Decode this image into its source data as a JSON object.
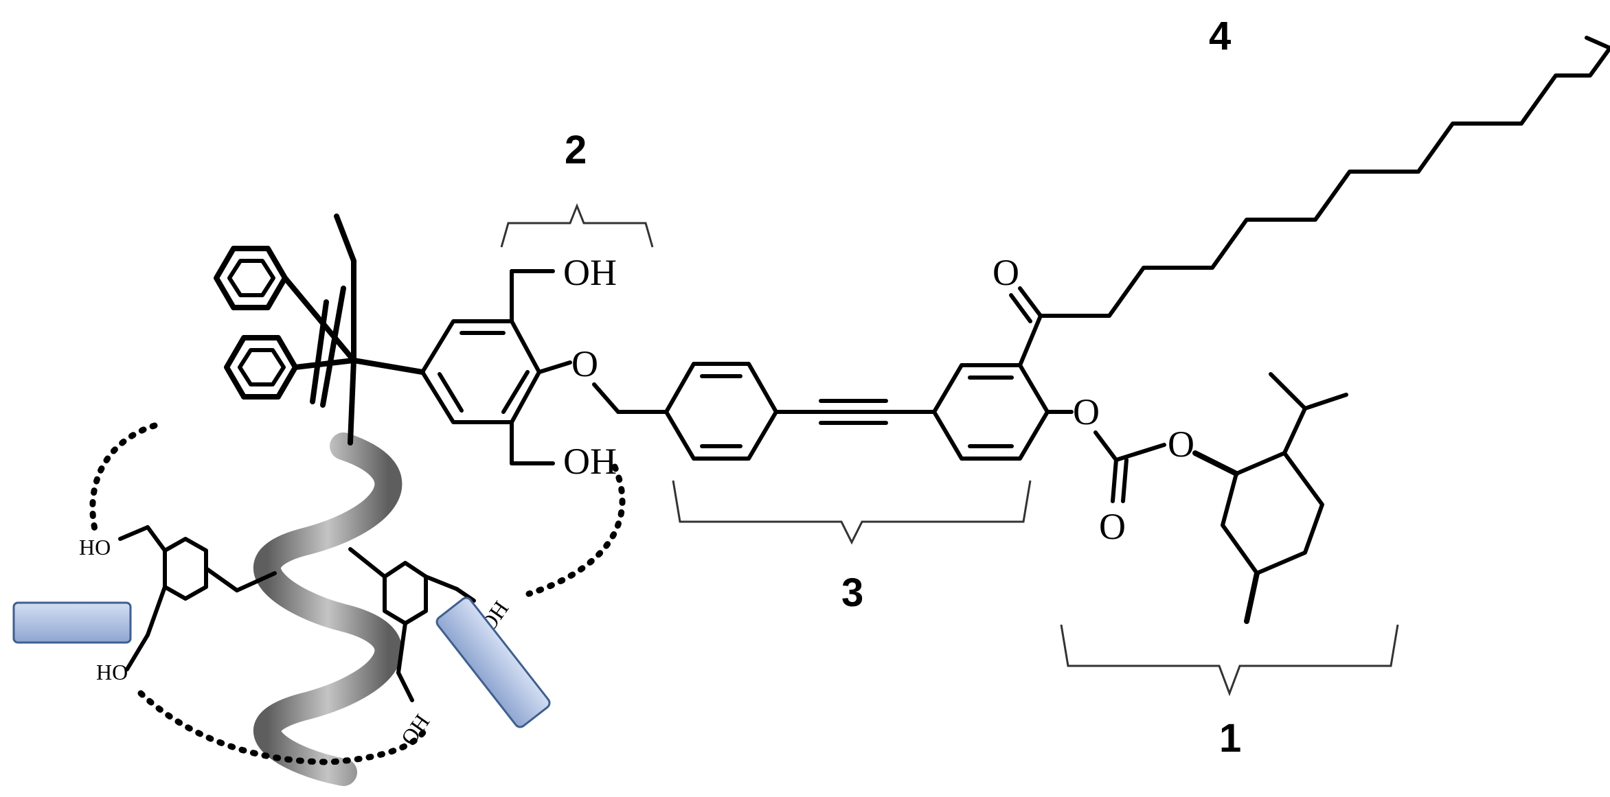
{
  "labels": {
    "num1": "1",
    "num2": "2",
    "num3": "3",
    "num4": "4"
  },
  "atoms": {
    "oh_top": "OH",
    "oh_mid": "OH",
    "ether_o": "O",
    "ketone_o": "O",
    "ester_o1": "O",
    "ester_o2": "O",
    "carbonyl_o": "O",
    "ho_left_top": "HO",
    "ho_left_bottom": "HO",
    "oh_right_1": "OH",
    "oh_right_2": "OH"
  },
  "colors": {
    "coil": "#8a8a8a",
    "block": "#a9bde0"
  }
}
